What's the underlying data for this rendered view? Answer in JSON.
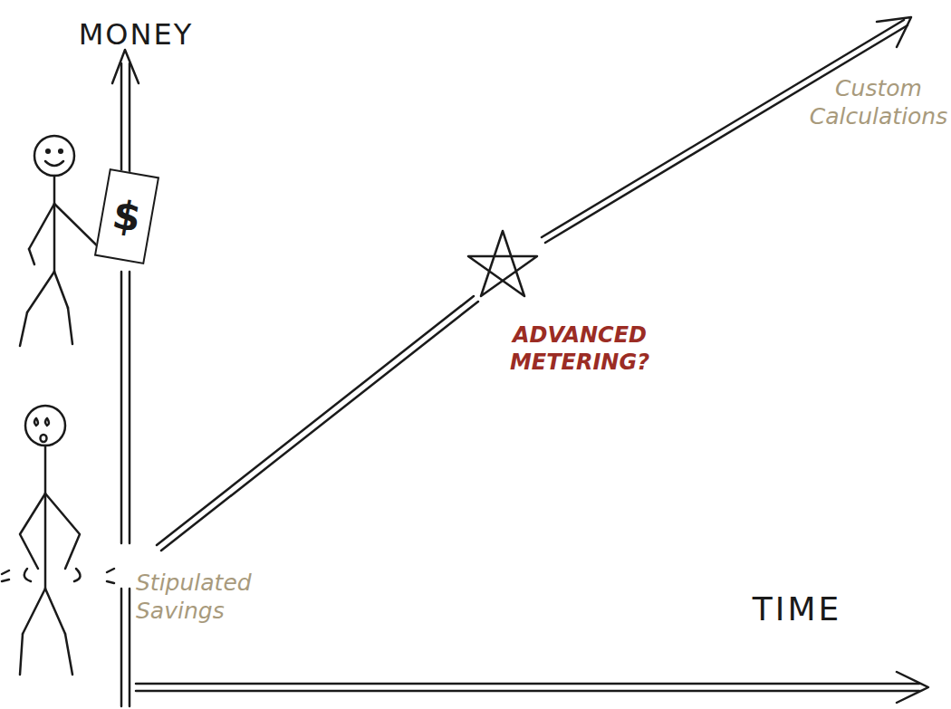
{
  "diagram": {
    "nodes": [
      {
        "text": [
          "$"
        ]
      }
    ],
    "labels": [
      "MONEY",
      "Custom Calculations",
      "ADVANCED METERING?",
      "Stipulated Savings",
      "TIME"
    ]
  }
}
